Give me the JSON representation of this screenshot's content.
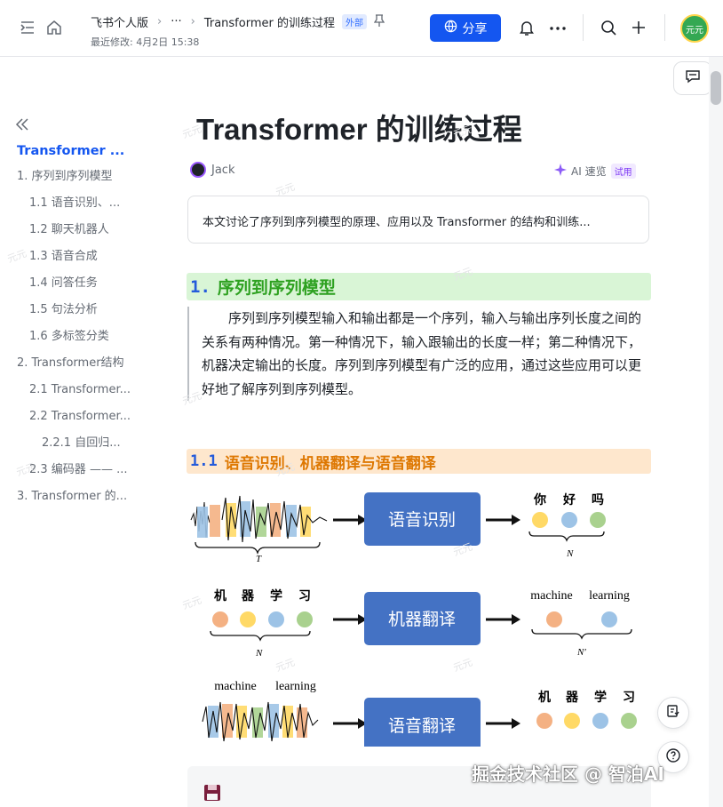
{
  "topbar": {
    "breadcrumb": [
      "飞书个人版",
      "···",
      "Transformer 的训练过程"
    ],
    "external_badge": "外部",
    "last_modified": "最近修改: 4月2日 15:38",
    "share_label": "分享",
    "avatar_text": "元元",
    "icons": [
      "outline-toggle-icon",
      "home-icon",
      "pin-icon",
      "globe-icon",
      "bell-icon",
      "more-icon",
      "search-icon",
      "plus-icon"
    ]
  },
  "outline": {
    "items": [
      {
        "label": "Transformer ...",
        "active": true
      },
      {
        "label": "1. 序列到序列模型"
      },
      {
        "label": "1.1 语音识别、..."
      },
      {
        "label": "1.2 聊天机器人"
      },
      {
        "label": "1.3 语音合成"
      },
      {
        "label": "1.4 问答任务"
      },
      {
        "label": "1.5 句法分析"
      },
      {
        "label": "1.6 多标签分类"
      },
      {
        "label": "2. Transformer结构"
      },
      {
        "label": "2.1 Transformer..."
      },
      {
        "label": "2.2 Transformer..."
      },
      {
        "label": "2.2.1 自回归..."
      },
      {
        "label": "2.3 编码器 —— ..."
      },
      {
        "label": "3. Transformer 的..."
      }
    ]
  },
  "doc": {
    "title": "Transformer 的训练过程",
    "author": "Jack",
    "ai_label": "AI 速览",
    "ai_trial": "试用",
    "summary": "本文讨论了序列到序列模型的原理、应用以及 Transformer 的结构和训练...",
    "h1_num": "1.",
    "h1_text": "序列到序列模型",
    "paragraph": "序列到序列模型输入和输出都是一个序列，输入与输出序列长度之间的关系有两种情况。第一种情况下，输入跟输出的长度一样；第二种情况下，机器决定输出的长度。序列到序列模型有广泛的应用，通过这些应用可以更好地了解序列到序列模型。",
    "h2_num": "1.1",
    "h2_text": "语音识别、机器翻译与语音翻译"
  },
  "figure": {
    "rows": [
      {
        "box": "语音识别",
        "out_labels": [
          "你",
          "好",
          "吗"
        ],
        "in_sym": "T",
        "out_sym": "N"
      },
      {
        "box": "机器翻译",
        "in_labels": [
          "机",
          "器",
          "学",
          "习"
        ],
        "out_words": [
          "machine",
          "learning"
        ],
        "in_sym": "N",
        "out_sym": "N′"
      },
      {
        "box": "语音翻译",
        "in_words": [
          "machine",
          "learning"
        ],
        "out_labels": [
          "机",
          "器",
          "学",
          "习"
        ]
      }
    ],
    "colors": {
      "box": "#4472c4",
      "dot_orange": "#f4b183",
      "dot_yellow": "#ffd966",
      "dot_blue": "#9dc3e6",
      "dot_green": "#a9d18e"
    }
  },
  "watermark_text": "元元",
  "footer_watermark": "掘金技术社区 @ 智泊AI"
}
